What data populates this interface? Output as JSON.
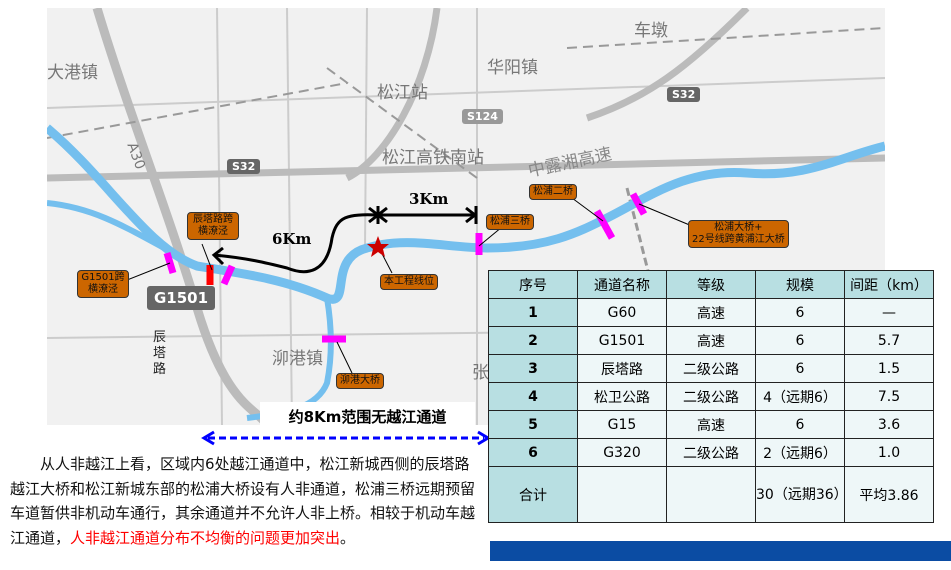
{
  "map": {
    "place_labels": [
      "大港镇",
      "松江站",
      "华阳镇",
      "车墩",
      "松江高铁南站",
      "泖港镇",
      "辰塔路",
      "中露湘高速",
      "张"
    ],
    "road_shields": [
      "S32",
      "S124",
      "S32",
      "G1501",
      "A30"
    ],
    "callouts": {
      "chenta": "辰塔路跨横潦泾",
      "g1501": "G1501跨横潦泾",
      "project": "本工程线位",
      "maogang": "泖港大桥",
      "songpu3": "松浦三桥",
      "songpu2": "松浦二桥",
      "songpu_big": "松浦大桥+\n22号线跨黄浦江大桥"
    },
    "dist_6": "6Km",
    "dist_3": "3Km",
    "no_crossing": "约8Km范围无越江通道",
    "colors": {
      "river": "#74bfee",
      "marker": "#ff00ff",
      "callout": "#cc6600",
      "arrow": "#0000ff"
    }
  },
  "paragraph": {
    "normal": "从人非越江上看，区域内6处越江通道中，松江新城西侧的辰塔路越江大桥和松江新城东部的松浦大桥设有人非通道，松浦三桥远期预留车道暂供非机动车通行，其余通道并不允许人非上桥。相较于机动车越江通道，",
    "highlight": "人非越江通道分布不均衡的问题更加突出",
    "end": "。"
  },
  "table": {
    "headers": [
      "序号",
      "通道名称",
      "等级",
      "规模",
      "间距（km）"
    ],
    "rows": [
      [
        "1",
        "G60",
        "高速",
        "6",
        "—"
      ],
      [
        "2",
        "G1501",
        "高速",
        "6",
        "5.7"
      ],
      [
        "3",
        "辰塔路",
        "二级公路",
        "6",
        "1.5"
      ],
      [
        "4",
        "松卫公路",
        "二级公路",
        "4（远期6）",
        "7.5"
      ],
      [
        "5",
        "G15",
        "高速",
        "6",
        "3.6"
      ],
      [
        "6",
        "G320",
        "二级公路",
        "2（远期6）",
        "1.0"
      ]
    ],
    "total": [
      "合计",
      "",
      "",
      "30（远期36）",
      "平均3.86"
    ]
  }
}
